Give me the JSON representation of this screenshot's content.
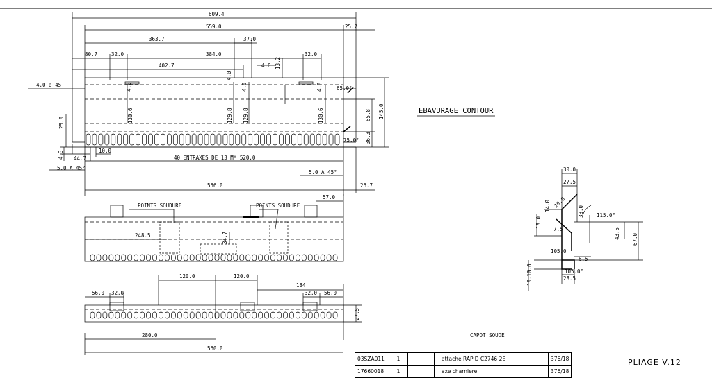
{
  "top_view": {
    "dims": {
      "d609": "609.4",
      "d559": "559.0",
      "d25": "25.2",
      "d363": "363.7",
      "d37": "37.0",
      "d80": "80.7",
      "d32a": "32.0",
      "d384": "384.0",
      "d32b": "32.0",
      "d402": "402.7",
      "d4a": "4.0",
      "d4b": "4.0",
      "d4c": "4.0",
      "d13": "13.2",
      "d4d": "4.0",
      "d4e": "4.0",
      "chamfer_tl": "4.0 a 45",
      "d65deg": "65.0°",
      "d130a": "130.6",
      "d129a": "129.8",
      "d129b": "129.8",
      "d130b": "130.6",
      "d65": "65.8",
      "d145": "145.0",
      "d36": "36.3",
      "d75deg": "75.0°",
      "d25v": "25.0",
      "d43": "4.3",
      "d44": "44.7",
      "d10": "10.0",
      "entraxes": "40 ENTRAXES DE 13 MM  520.0",
      "chamfer_bl": "5.0 A 45°",
      "chamfer_br": "5.0 A 45°",
      "d26": "26.7",
      "d556": "556.0"
    },
    "note": "EBAVURAGE CONTOUR"
  },
  "middle_view": {
    "dims": {
      "d57": "57.0",
      "d248": "248.5",
      "d34": "34.7"
    },
    "weld_left": "POINTS SOUDURE",
    "weld_right": "POINTS SOUDURE"
  },
  "bottom_view": {
    "dims": {
      "d56a": "56.0",
      "d32c": "32.0",
      "d120a": "120.0",
      "d120b": "120.0",
      "d184": "184",
      "d32d": "32.0",
      "d56b": "56.0",
      "d27": "27.5",
      "d280": "280.0",
      "d560": "560.0"
    },
    "title": "CAPOT SOUDE"
  },
  "section_view": {
    "dims": {
      "d30": "30.0",
      "d27": "27.5",
      "d14": "14.0",
      "d20": "20.0",
      "d33": "33.0",
      "d115": "115.0°",
      "d18": "18.0",
      "d7": "7.5",
      "d43": "43.5",
      "d67": "67.0",
      "d105a": "105.0",
      "d6": "6.5",
      "d105b": "105.0°",
      "d10": "10.10.6",
      "d28": "28.5"
    }
  },
  "bom": {
    "rows": [
      {
        "code": "03SZA011",
        "qty": "1",
        "c3": "",
        "c4": "",
        "desc": "attache RAPID C2746 2E",
        "ref": "376/18"
      },
      {
        "code": "17660018",
        "qty": "1",
        "c3": "",
        "c4": "",
        "desc": "axe charniere",
        "ref": "376/18"
      }
    ]
  },
  "sheet_label": "PLIAGE V.12"
}
